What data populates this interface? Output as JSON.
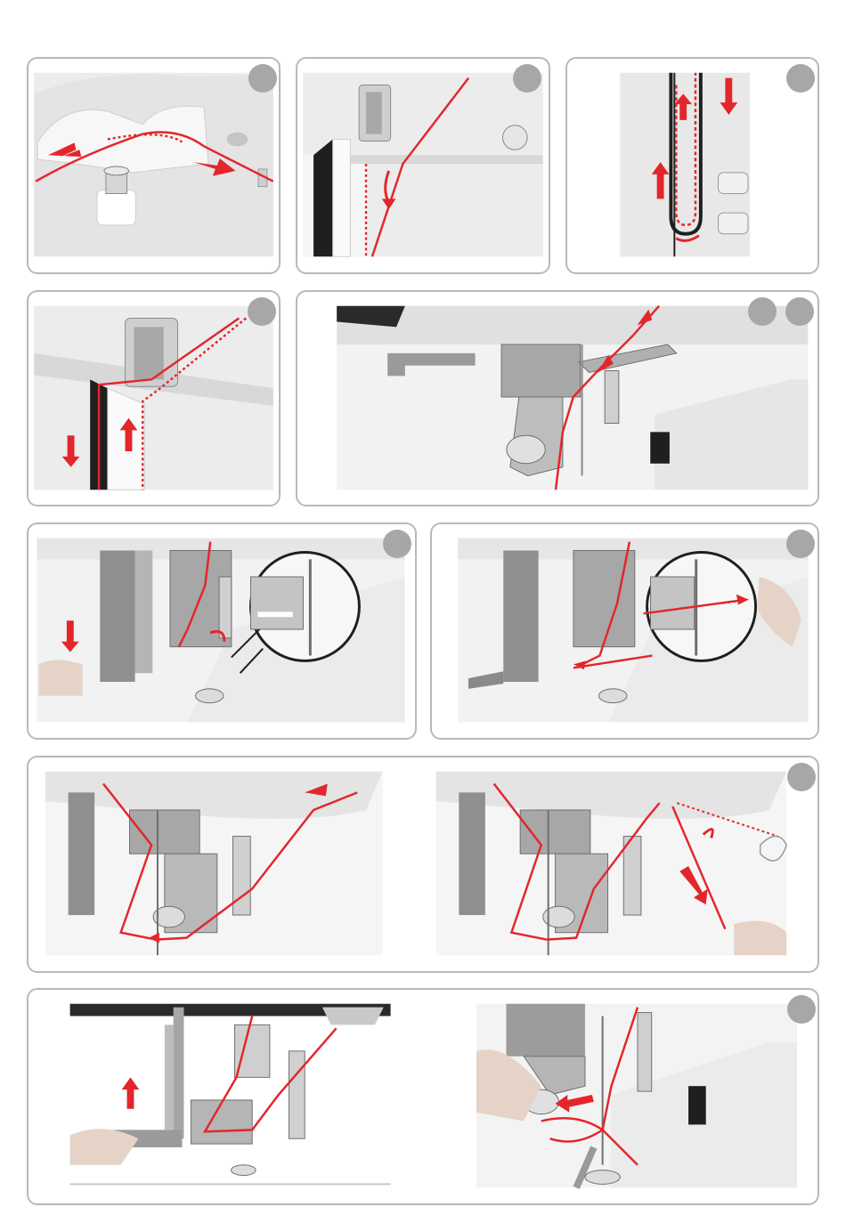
{
  "page": {
    "kind": "sewing-machine threading illustration sheet",
    "text_labels": [],
    "thread_color": "#e3262b",
    "badge_color": "#a7a7a7",
    "frame_color": "#b9b9b9"
  },
  "steps": [
    {
      "id": "panel-1",
      "icon": "step-badge-icon",
      "subject": "thread-guide-top"
    },
    {
      "id": "panel-2",
      "icon": "step-badge-icon",
      "subject": "tension-slot-down"
    },
    {
      "id": "panel-3",
      "icon": "step-badge-icon",
      "subject": "take-up-lever-loop"
    },
    {
      "id": "panel-4",
      "icon": "step-badge-icon",
      "subject": "take-up-lever-hook"
    },
    {
      "id": "panel-5",
      "icon": "step-badge-icon",
      "subject": "needle-bar-guide"
    },
    {
      "id": "panel-6",
      "icon": "step-badge-icon",
      "subject": "needle-threader-lower"
    },
    {
      "id": "panel-7",
      "icon": "step-badge-icon",
      "subject": "needle-threader-pull"
    },
    {
      "id": "panel-8",
      "icon": "none",
      "subject": "thread-path-front"
    },
    {
      "id": "panel-9",
      "icon": "step-badge-icon",
      "subject": "thread-cut"
    },
    {
      "id": "panel-10",
      "icon": "none",
      "subject": "raise-lever"
    },
    {
      "id": "panel-11",
      "icon": "step-badge-icon",
      "subject": "pull-thread-under-foot"
    }
  ]
}
